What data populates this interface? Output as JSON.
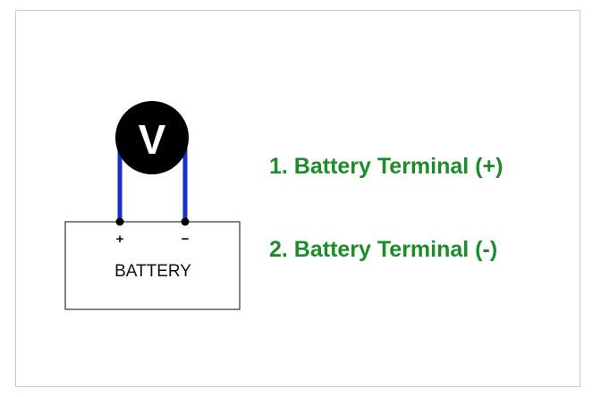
{
  "meter": {
    "letter": "V",
    "color": "#000000"
  },
  "battery": {
    "label": "BATTERY",
    "positive_sign": "+",
    "negative_sign": "−"
  },
  "terminals": [
    {
      "label": "1. Battery Terminal (+)"
    },
    {
      "label": "2. Battery Terminal (-)"
    }
  ],
  "colors": {
    "wire": "#1a2fcf",
    "label": "#1f8a2b",
    "frame": "#c9c9c9"
  }
}
